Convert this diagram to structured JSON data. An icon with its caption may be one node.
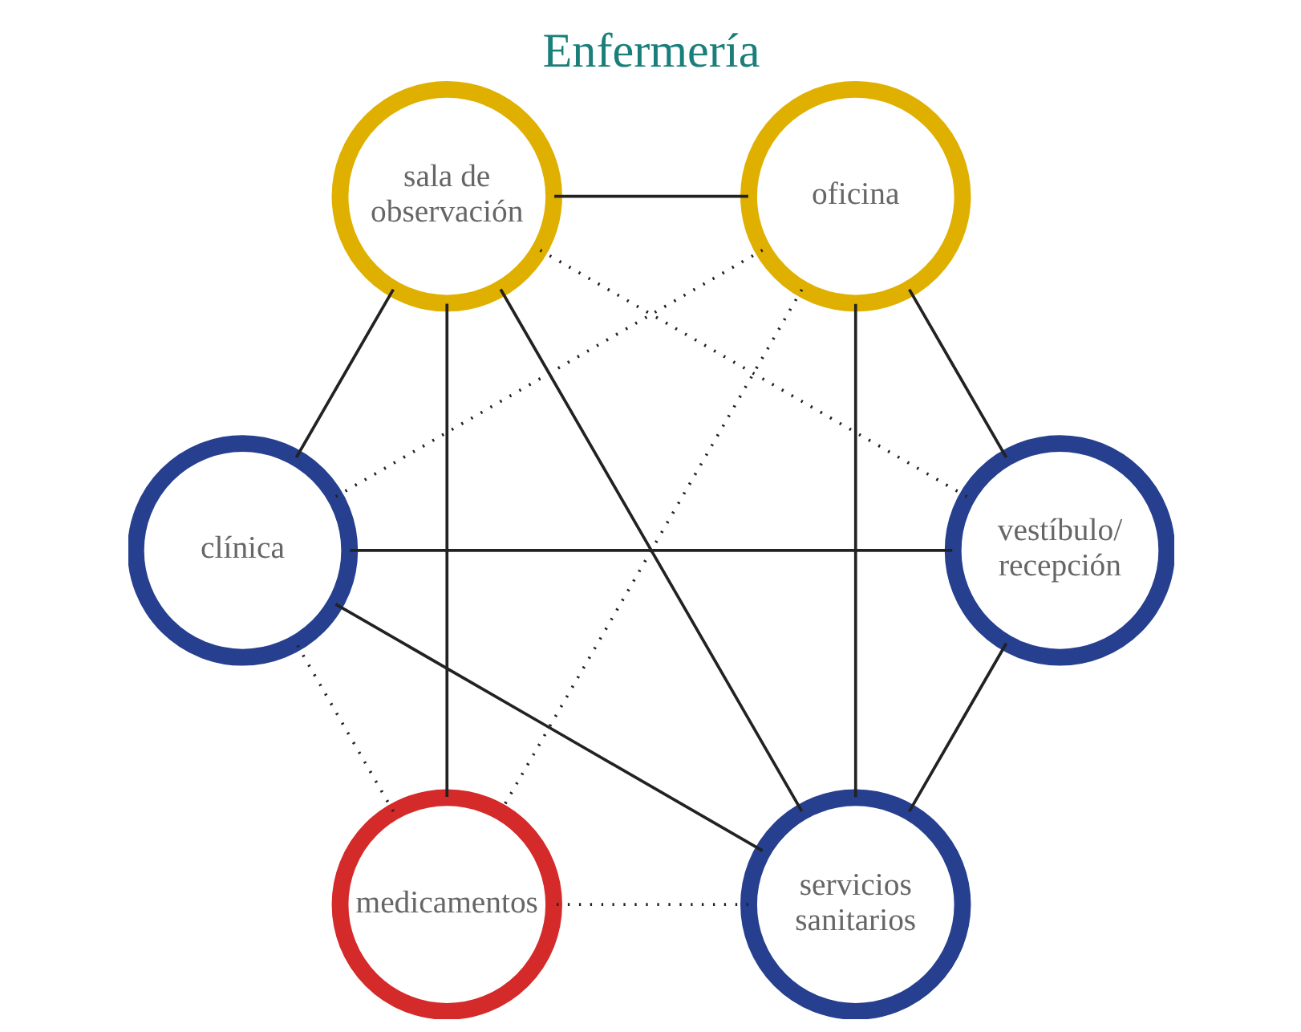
{
  "diagram": {
    "title": "Enfermería",
    "nodes": [
      {
        "text": [
          "vestíbulo/ recepción"
        ]
      },
      {
        "text": [
          "oficina"
        ]
      },
      {
        "text": [
          "servicios sanitarios"
        ]
      },
      {
        "text": [
          "medicamentos"
        ]
      },
      {
        "text": [
          "clínica"
        ]
      },
      {
        "text": [
          "sala de observación"
        ]
      }
    ],
    "edges": [
      {
        "from": 0,
        "to": 1,
        "arrow": "none"
      },
      {
        "from": 0,
        "to": 2,
        "arrow": "none"
      },
      {
        "from": 0,
        "to": 4,
        "arrow": "none"
      },
      {
        "from": 0,
        "to": 5,
        "arrow": "none",
        "style": "dashed"
      },
      {
        "from": 1,
        "to": 2,
        "arrow": "none"
      },
      {
        "from": 1,
        "to": 3,
        "arrow": "none",
        "style": "dashed"
      },
      {
        "from": 1,
        "to": 4,
        "arrow": "none",
        "style": "dashed"
      },
      {
        "from": 1,
        "to": 5,
        "arrow": "none"
      },
      {
        "from": 2,
        "to": 4,
        "arrow": "none"
      },
      {
        "from": 2,
        "to": 3,
        "arrow": "none",
        "style": "dashed"
      },
      {
        "from": 2,
        "to": 5,
        "arrow": "none"
      },
      {
        "from": 3,
        "to": 4,
        "arrow": "none",
        "style": "dashed"
      },
      {
        "from": 3,
        "to": 5,
        "arrow": "none"
      },
      {
        "from": 4,
        "to": 5,
        "arrow": "none"
      }
    ]
  }
}
